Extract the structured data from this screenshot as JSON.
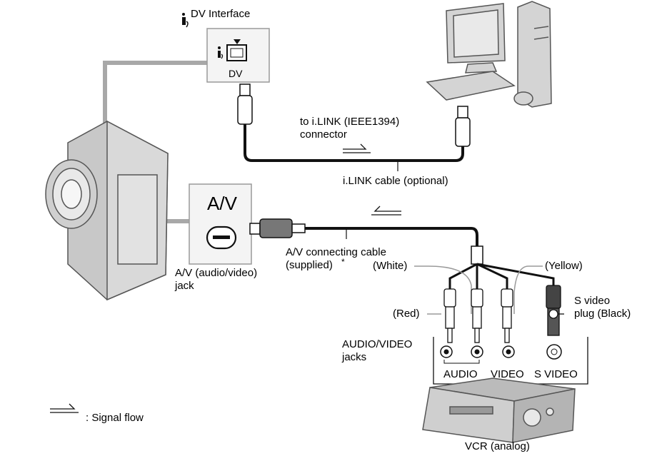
{
  "labels": {
    "dv_interface": "DV Interface",
    "dv_port": "DV",
    "av_box": "A/V",
    "to_ilink": "to i.LINK (IEEE1394)\nconnector",
    "ilink_cable": "i.LINK cable (optional)",
    "av_cable": "A/V connecting cable\n(supplied)",
    "asterisk": "*",
    "av_jack": "A/V (audio/video)\njack",
    "white": "(White)",
    "yellow": "(Yellow)",
    "red": "(Red)",
    "s_video_plug": "S video\nplug (Black)",
    "audio_video_jacks": "AUDIO/VIDEO\njacks",
    "audio": "AUDIO",
    "video": "VIDEO",
    "s_video": "S VIDEO",
    "vcr": "VCR (analog)",
    "signal_flow": ": Signal flow"
  },
  "icons": [
    "ilink-icon",
    "signal-flow-arrow-icon",
    "camcorder-icon",
    "computer-icon",
    "vcr-icon"
  ],
  "colors": {
    "device_fill": "#d4d4d4",
    "device_stroke": "#555555",
    "cable": "#111111",
    "box_stroke": "#9a9a9a"
  }
}
